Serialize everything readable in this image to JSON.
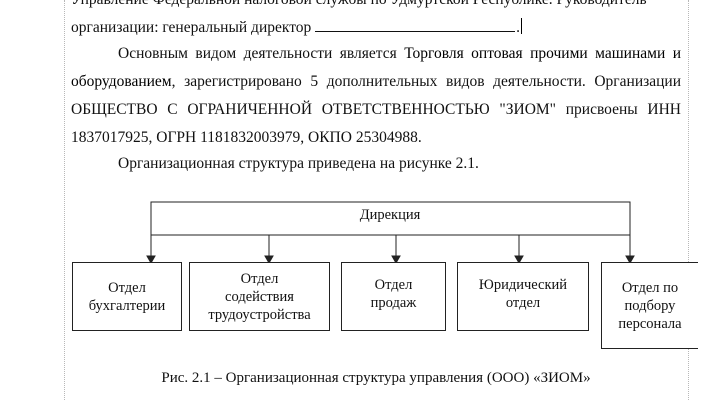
{
  "document": {
    "para1": {
      "line_top": "Управление Федеральной налоговой службы по Удмуртской Республике. Руководитель",
      "line2_prefix": "организации: генеральный директор",
      "line2_suffix": "."
    },
    "para2": {
      "text_a": "Основным видом деятельности является",
      "text_b": "Торговля оптовая прочими машинами и оборудованием",
      "text_c": ", зарегистрировано 5 дополнительных видов деятельности. Организации ОБЩЕСТВО С ОГРАНИЧЕННОЙ ОТВЕТСТВЕННОСТЬЮ \"ЗИОМ\" присвоены ИНН 1837017925, ОГРН 1181832003979, ОКПО 25304988."
    },
    "para3": "Организационная структура приведена на рисунке 2.1.",
    "org_chart": {
      "top": "Дирекция",
      "departments": [
        [
          "Отдел",
          "бухгалтерии"
        ],
        [
          "Отдел",
          "содействия",
          "трудоустройства"
        ],
        [
          "Отдел",
          "продаж"
        ],
        [
          "Юридический",
          "отдел"
        ],
        [
          "Отдел по",
          "подбору",
          "персонала"
        ]
      ]
    },
    "caption": "Рис. 2.1 – Организационная структура управления (ООО) «ЗИОМ»"
  }
}
